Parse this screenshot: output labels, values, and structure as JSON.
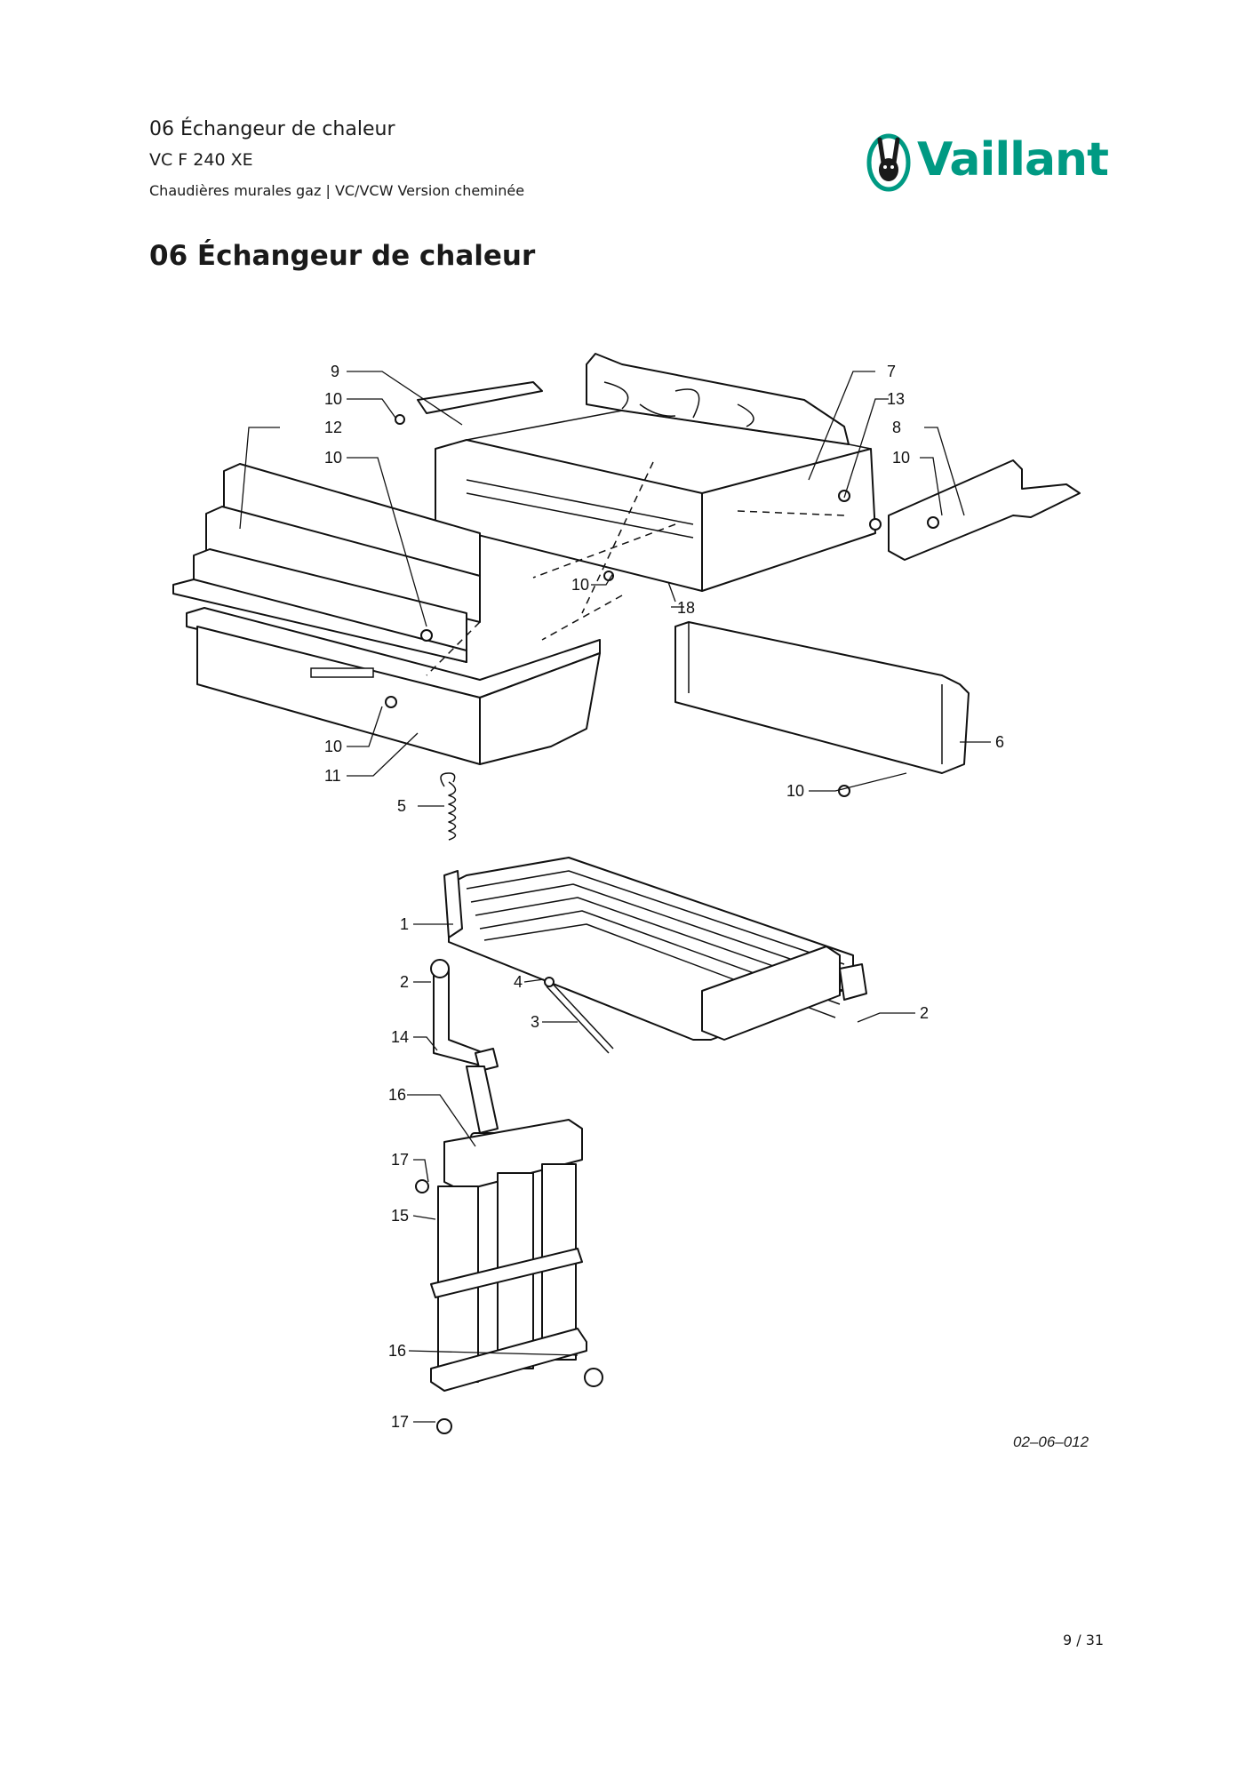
{
  "header": {
    "section": "06 Échangeur de chaleur",
    "model": "VC F 240 XE",
    "subtitle": "Chaudières murales gaz | VC/VCW Version cheminée"
  },
  "logo": {
    "text": "Vaillant",
    "color": "#009a83",
    "icon": "hare-logo-icon"
  },
  "page_title": "06 Échangeur de chaleur",
  "diagram": {
    "reference": "02–06–012",
    "labels": {
      "l1": "1",
      "l2a": "2",
      "l2b": "2",
      "l3": "3",
      "l4": "4",
      "l5": "5",
      "l6": "6",
      "l7": "7",
      "l8": "8",
      "l9": "9",
      "l10a": "10",
      "l10b": "10",
      "l10c": "10",
      "l10d": "10",
      "l10e": "10",
      "l10f": "10",
      "l11": "11",
      "l12": "12",
      "l13": "13",
      "l14": "14",
      "l15": "15",
      "l16a": "16",
      "l16b": "16",
      "l17a": "17",
      "l17b": "17",
      "l18": "18"
    }
  },
  "footer": {
    "page": "9 / 31"
  }
}
